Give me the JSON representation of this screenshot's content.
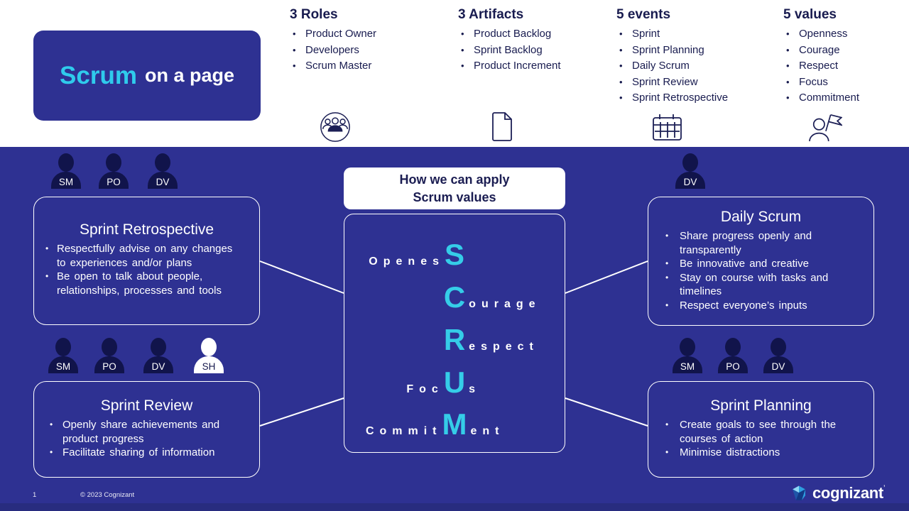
{
  "title_card": {
    "highlight": "Scrum",
    "rest": "on a page"
  },
  "summary_columns": [
    {
      "heading": "3 Roles",
      "icon": "people-group-icon",
      "items": [
        "Product Owner",
        "Developers",
        "Scrum Master"
      ]
    },
    {
      "heading": "3 Artifacts",
      "icon": "document-icon",
      "items": [
        "Product Backlog",
        "Sprint Backlog",
        "Product Increment"
      ]
    },
    {
      "heading": "5 events",
      "icon": "calendar-icon",
      "items": [
        "Sprint",
        "Sprint Planning",
        "Daily Scrum",
        "Sprint Review",
        "Sprint Retrospective"
      ]
    },
    {
      "heading": "5 values",
      "icon": "person-flag-icon",
      "items": [
        "Openness",
        "Courage",
        "Respect",
        "Focus",
        "Commitment"
      ]
    }
  ],
  "center": {
    "header_line1": "How we can apply",
    "header_line2": "Scrum values",
    "acrostic": [
      {
        "left": "Openes",
        "big": "S",
        "right": ""
      },
      {
        "left": "",
        "big": "C",
        "right": "ourage"
      },
      {
        "left": "",
        "big": "R",
        "right": "espect"
      },
      {
        "left": "Foc",
        "big": "U",
        "right": "s"
      },
      {
        "left": "Commit",
        "big": "M",
        "right": "ent"
      }
    ]
  },
  "event_boxes": {
    "sprint_retrospective": {
      "title": "Sprint Retrospective",
      "roles": [
        "SM",
        "PO",
        "DV"
      ],
      "bullets": [
        "Respectfully advise on any changes to experiences and/or plans",
        "Be open to talk about people, relationships, processes and tools"
      ]
    },
    "daily_scrum": {
      "title": "Daily Scrum",
      "roles": [
        "DV"
      ],
      "bullets": [
        "Share progress openly and transparently",
        "Be innovative and creative",
        "Stay on course with tasks and timelines",
        "Respect everyone’s inputs"
      ]
    },
    "sprint_review": {
      "title": "Sprint Review",
      "roles": [
        "SM",
        "PO",
        "DV",
        "SH"
      ],
      "bullets": [
        "Openly share achievements and product progress",
        "Facilitate sharing of information"
      ]
    },
    "sprint_planning": {
      "title": "Sprint Planning",
      "roles": [
        "SM",
        "PO",
        "DV"
      ],
      "bullets": [
        "Create goals to see through the courses of action",
        "Minimise distractions"
      ]
    }
  },
  "footer": {
    "page_number": "1",
    "copyright": "© 2023  Cognizant",
    "logo_text": "cognizant"
  },
  "colors": {
    "background_blue": "#2e3192",
    "accent_cyan": "#35cde8",
    "navy_text": "#181b4f",
    "silhouette_navy": "#11144b",
    "white": "#ffffff"
  }
}
